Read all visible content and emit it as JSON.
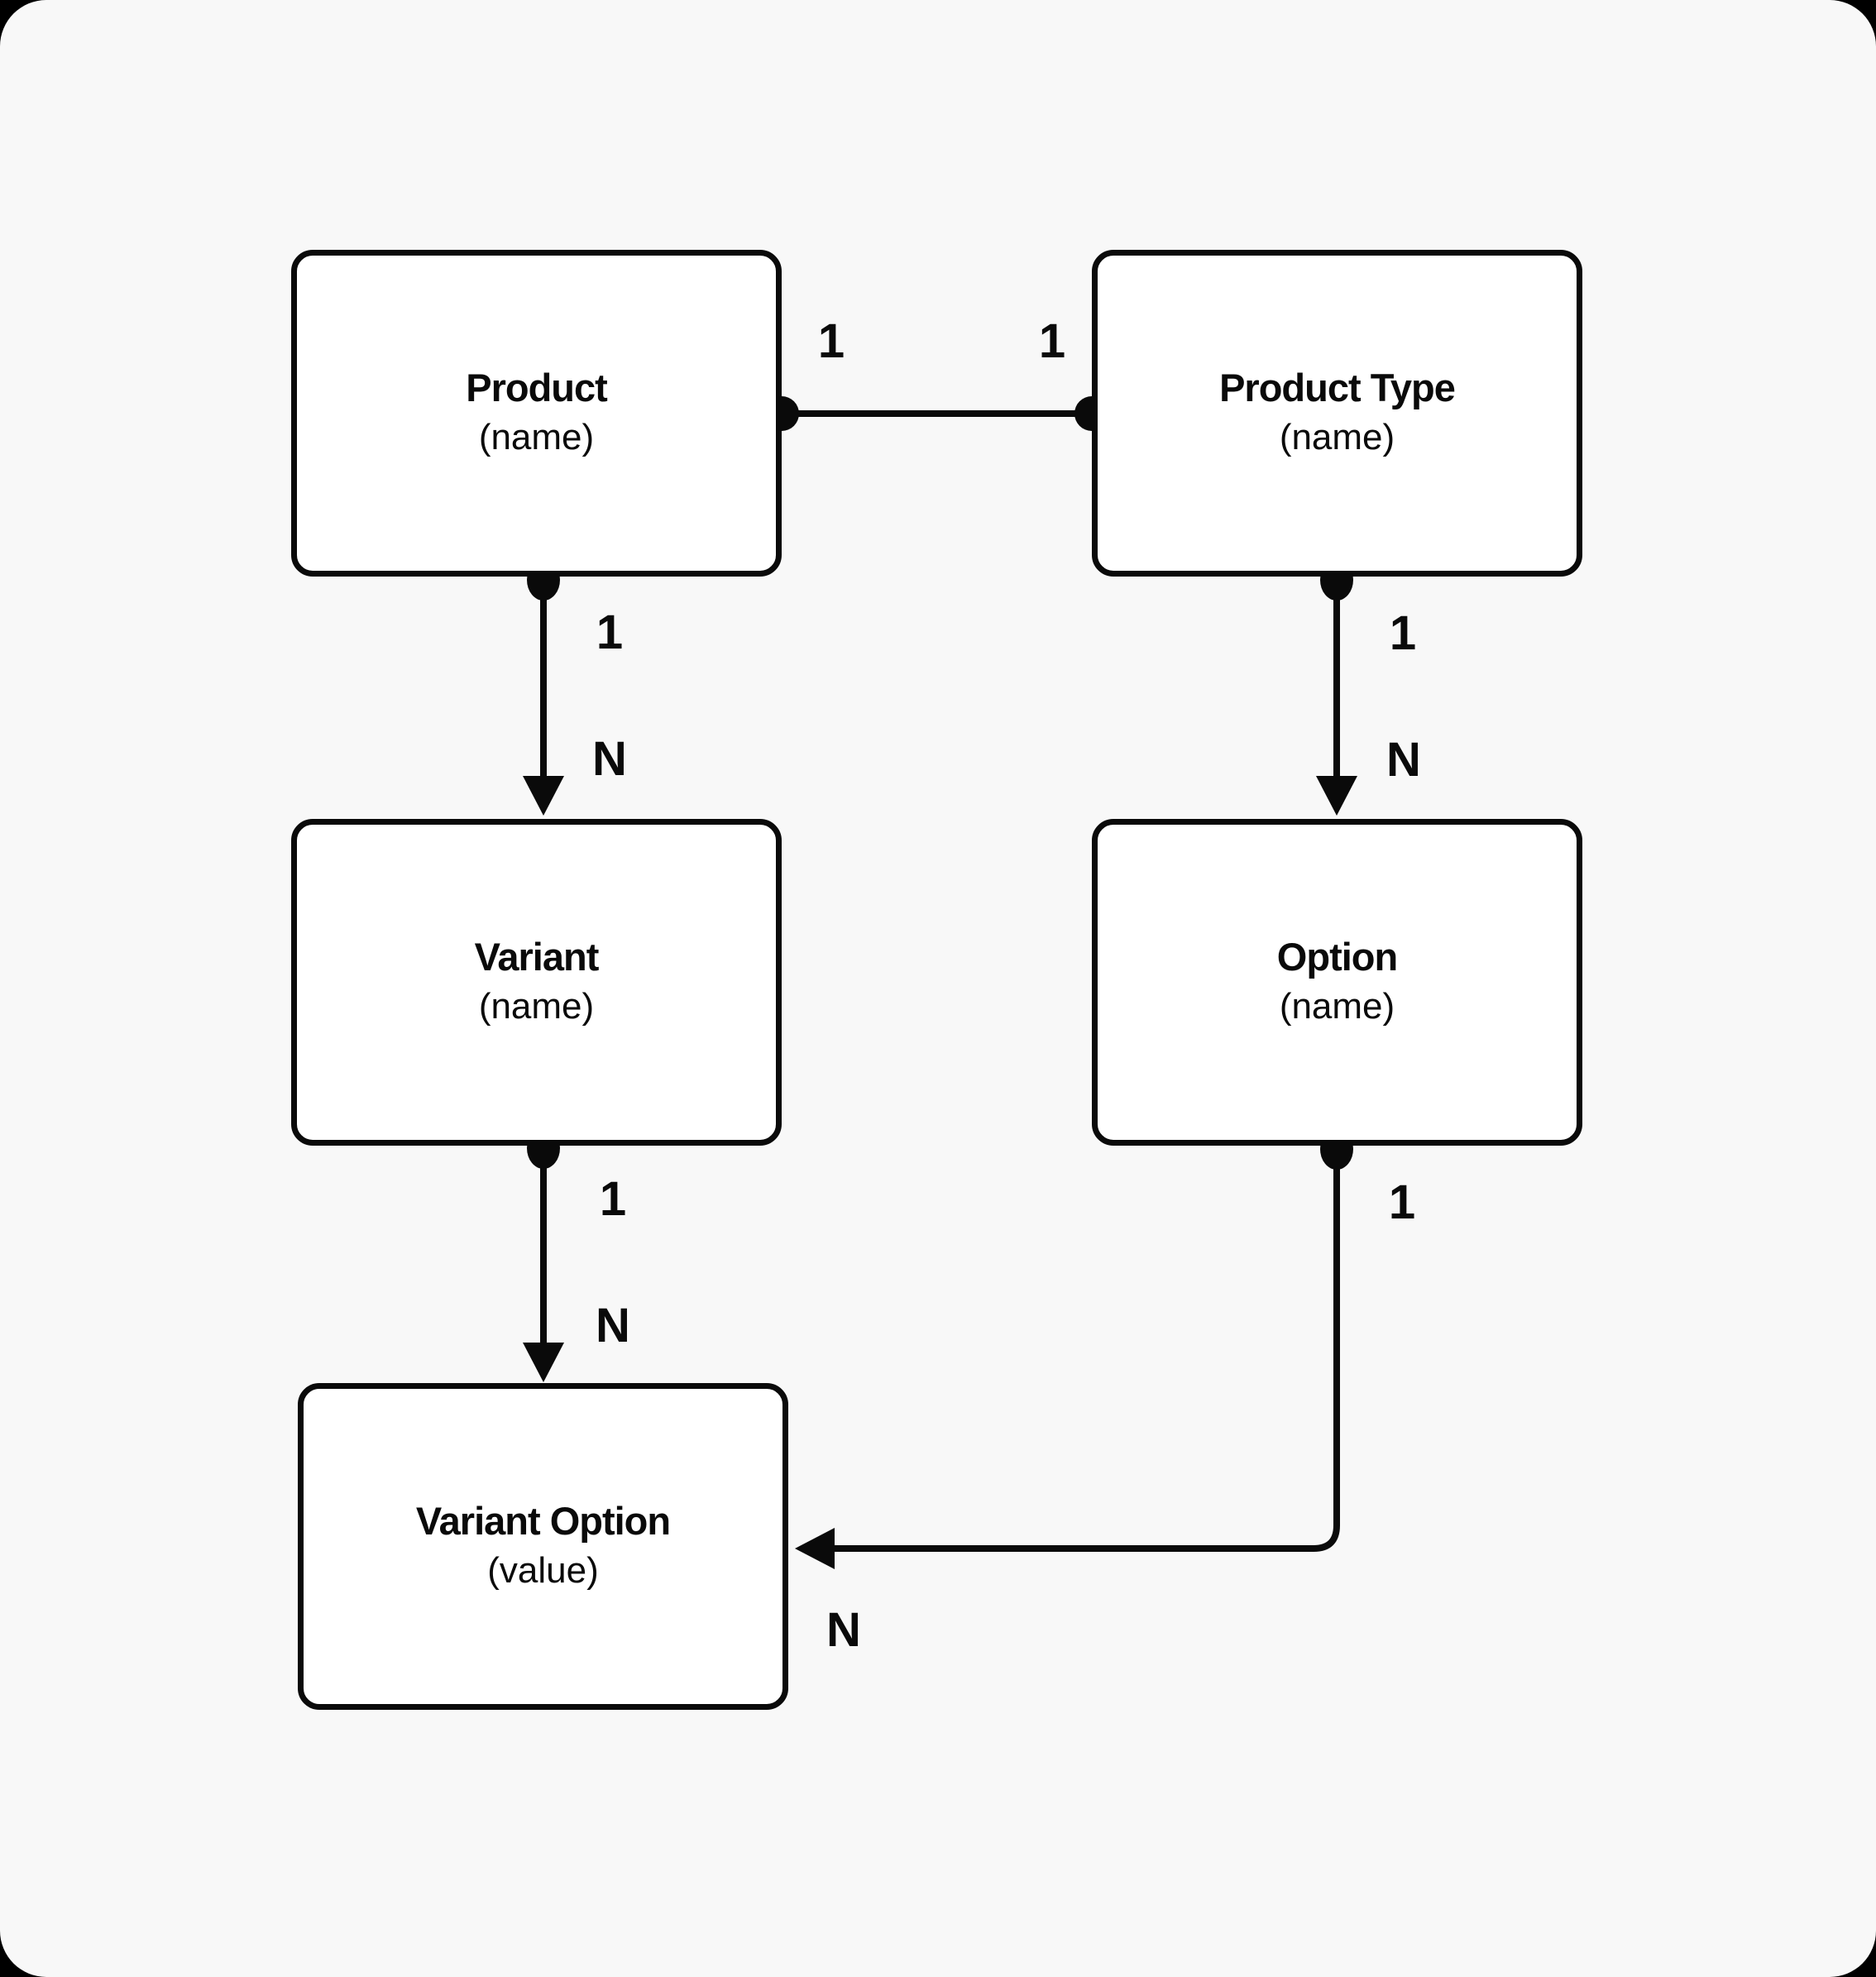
{
  "diagram": {
    "type": "entity-relationship",
    "background": "#f8f8f8",
    "outer_background": "#000000",
    "node_fill": "#ffffff",
    "stroke_color": "#0a0a0a"
  },
  "entities": [
    {
      "id": "product",
      "title": "Product",
      "subtitle": "(name)"
    },
    {
      "id": "product-type",
      "title": "Product Type",
      "subtitle": "(name)"
    },
    {
      "id": "variant",
      "title": "Variant",
      "subtitle": "(name)"
    },
    {
      "id": "option",
      "title": "Option",
      "subtitle": "(name)"
    },
    {
      "id": "variant-option",
      "title": "Variant Option",
      "subtitle": "(value)"
    }
  ],
  "connections": [
    {
      "id": "product-to-product-type",
      "from": "Product",
      "to": "Product Type",
      "from_card": "1",
      "to_card": "1"
    },
    {
      "id": "product-to-variant",
      "from": "Product",
      "to": "Variant",
      "from_card": "1",
      "to_card": "N"
    },
    {
      "id": "product-type-to-option",
      "from": "Product Type",
      "to": "Option",
      "from_card": "1",
      "to_card": "N"
    },
    {
      "id": "variant-to-variant-option",
      "from": "Variant",
      "to": "Variant Option",
      "from_card": "1",
      "to_card": "N"
    },
    {
      "id": "option-to-variant-option",
      "from": "Option",
      "to": "Variant Option",
      "from_card": "1",
      "to_card": "N"
    }
  ]
}
